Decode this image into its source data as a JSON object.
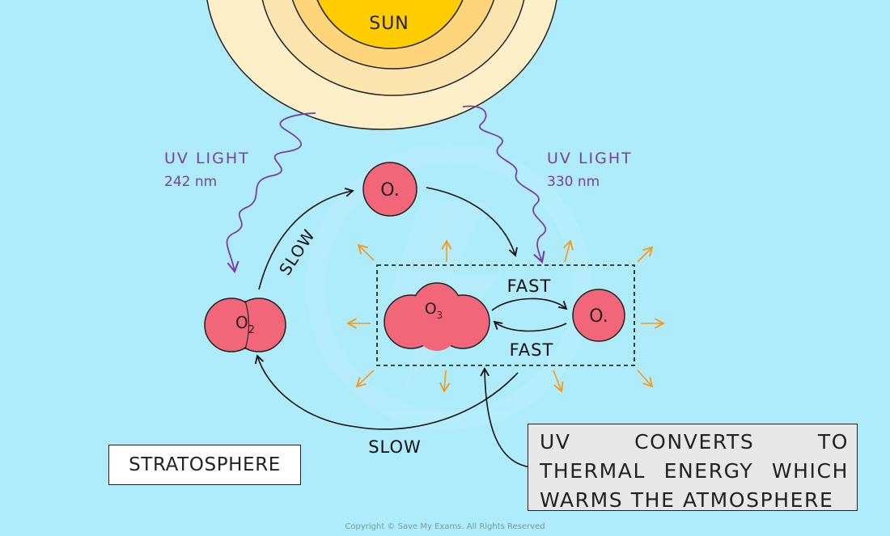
{
  "sun": {
    "label": "SUN"
  },
  "uv_left": {
    "line1": "UV LIGHT",
    "line2": "242 nm"
  },
  "uv_right": {
    "line1": "UV LIGHT",
    "line2": "330 nm"
  },
  "molecules": {
    "o_radical_top": "O.",
    "o2_main": "O",
    "o2_sub": "2",
    "o3_main": "O",
    "o3_sub": "3",
    "o_radical_right": "O."
  },
  "arrows": {
    "slow_top": "SLOW",
    "slow_bottom": "SLOW",
    "fast_top": "FAST",
    "fast_bottom": "FAST"
  },
  "note": "UV CONVERTS TO THERMAL ENERGY WHICH WARMS THE ATMOSPHERE",
  "region_label": "STRATOSPHERE",
  "copyright": "Copyright © Save My Exams. All Rights Reserved",
  "colors": {
    "background": "#aeebfb",
    "sun_core": "#ffcc00",
    "molecule_fill": "#f2667a",
    "uv_wave": "#7a3fa0",
    "heat_arrow": "#f59a1b"
  }
}
